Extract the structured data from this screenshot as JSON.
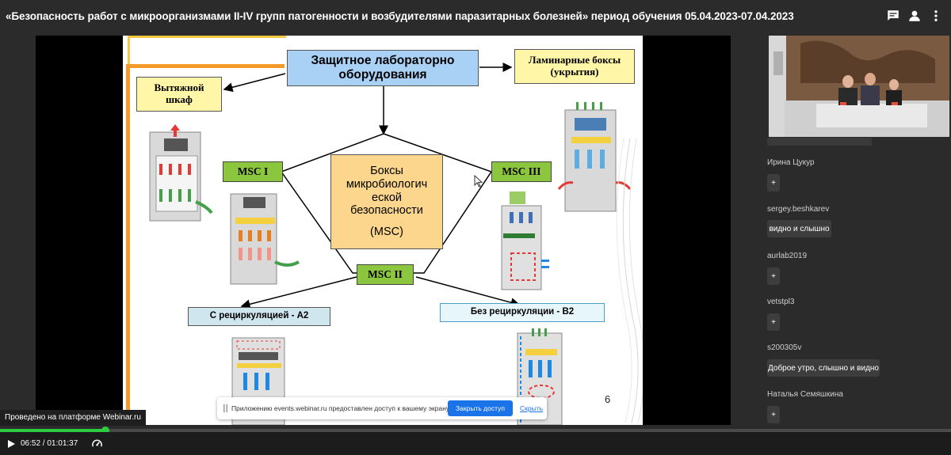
{
  "header": {
    "title": "«Безопасность работ с микроорганизмами II-IV групп патогенности и возбудителями паразитарных болезней» период обучения 05.04.2023-07.04.2023"
  },
  "slide": {
    "page_number": "6",
    "center_title": "Защитное лабораторно оборудования",
    "laminar": "Ламинарные боксы (укрытия)",
    "hood": "Вытяжной шкаф",
    "boxes": "Боксы микробиологич еской безопасности",
    "boxes_abbr": "(MSC)",
    "msc1": "MSC I",
    "msc2": "MSC II",
    "msc3": "MSC III",
    "recirc": "С рециркуляцией - А2",
    "norecirc": "Без рециркуляции - В2"
  },
  "chat": [
    {
      "name": "Ирина Цукур",
      "message": "+"
    },
    {
      "name": "sergey.beshkarev",
      "message": "видно и слышно"
    },
    {
      "name": "aurlab2019",
      "message": "+"
    },
    {
      "name": "vetstpl3",
      "message": "+"
    },
    {
      "name": "s200305v",
      "message": "Доброе утро, слышно и видно"
    },
    {
      "name": "Наталья Семяшкина",
      "message": "+"
    }
  ],
  "notification": {
    "text": "Приложению events.webinar.ru предоставлен доступ к вашему экрану.",
    "stop_button": "Закрыть доступ",
    "hide_link": "Скрыть"
  },
  "provider_label": "Проведено на платформе Webinar.ru",
  "player": {
    "time": "06:52 / 01:01:37",
    "progress": 0.111
  },
  "colors": {
    "accent_green": "#2ecc40",
    "notif_button": "#1a73e8"
  }
}
